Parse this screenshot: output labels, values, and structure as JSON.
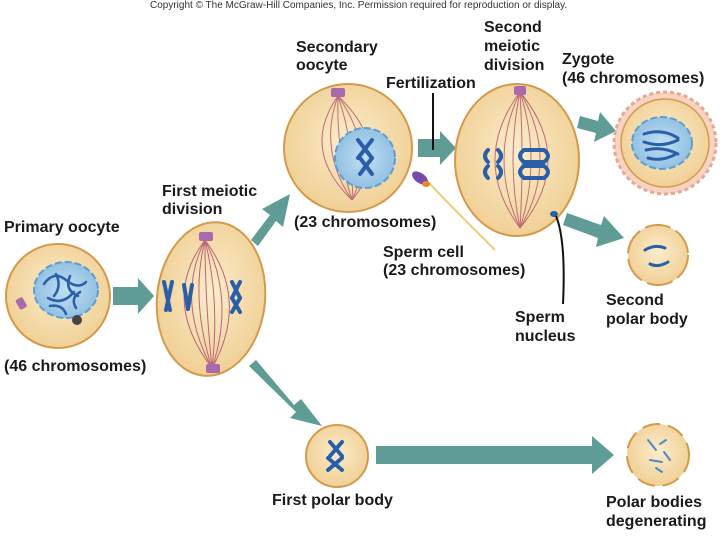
{
  "copyright": "Copyright © The McGraw-Hill Companies, Inc. Permission required for reproduction or display.",
  "labels": {
    "primary_oocyte": "Primary oocyte",
    "primary_chromosomes": "(46 chromosomes)",
    "first_meiotic_l1": "First meiotic",
    "first_meiotic_l2": "division",
    "secondary_oocyte_l1": "Secondary",
    "secondary_oocyte_l2": "oocyte",
    "secondary_chromosomes": "(23 chromosomes)",
    "fertilization": "Fertilization",
    "second_meiotic_l1": "Second",
    "second_meiotic_l2": "meiotic",
    "second_meiotic_l3": "division",
    "zygote": "Zygote",
    "zygote_chromosomes": "(46 chromosomes)",
    "sperm_cell": "Sperm cell",
    "sperm_chromosomes": "(23 chromosomes)",
    "sperm_nucleus_l1": "Sperm",
    "sperm_nucleus_l2": "nucleus",
    "second_polar_l1": "Second",
    "second_polar_l2": "polar body",
    "first_polar_body": "First polar body",
    "polar_degen_l1": "Polar bodies",
    "polar_degen_l2": "degenerating"
  },
  "colors": {
    "arrow": "#5f9c95",
    "cell_fill": "#f3d9a7",
    "cell_edge": "#d49a4c",
    "spindle": "#b0506e",
    "chromosome": "#2a5fa8",
    "nucleus": "#9cc7e6",
    "centrosome": "#a86aa8",
    "zygote_halo": "#f4c5b3"
  }
}
